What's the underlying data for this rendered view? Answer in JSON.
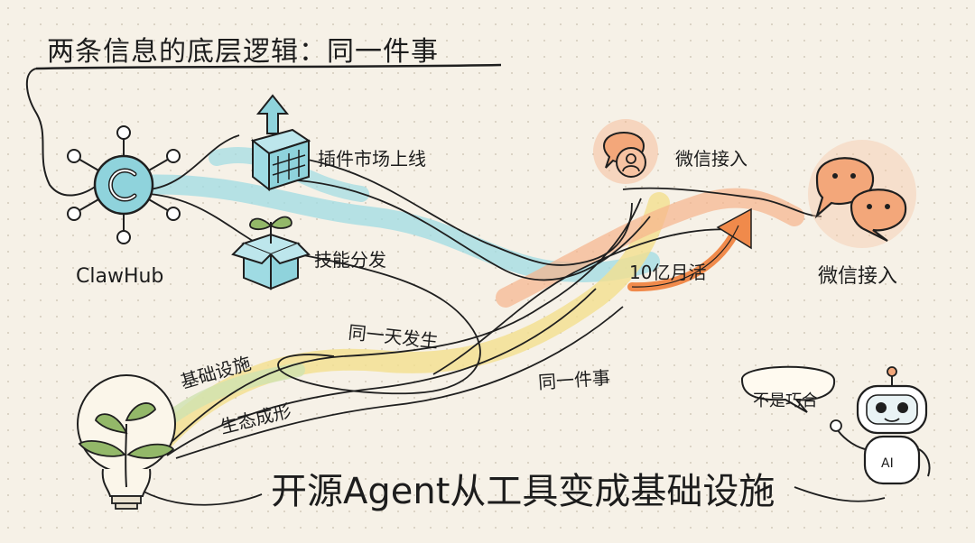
{
  "title": "两条信息的底层逻辑：同一件事",
  "hub": {
    "name": "ClawHub",
    "icon": "clawhub-hub-icon"
  },
  "branches": {
    "plugin_market": "插件市场上线",
    "skill_distribution": "技能分发"
  },
  "wechat": {
    "top_label": "微信接入",
    "right_label": "微信接入",
    "mau": "10亿月活",
    "icons": [
      "wechat-user-icon",
      "wechat-chat-bubbles-icon"
    ]
  },
  "flow_labels": {
    "same_day": "同一天发生",
    "infrastructure": "基础设施",
    "ecosystem": "生态成形",
    "same_thing": "同一件事"
  },
  "robot": {
    "speech": "不是巧合",
    "badge": "AI"
  },
  "caption": "开源Agent从工具变成基础设施",
  "colors": {
    "teal": "#8fd3dc",
    "orange": "#f3a77a",
    "yellow": "#f3df8a",
    "green": "#93b869",
    "ink": "#1f1f1f"
  }
}
